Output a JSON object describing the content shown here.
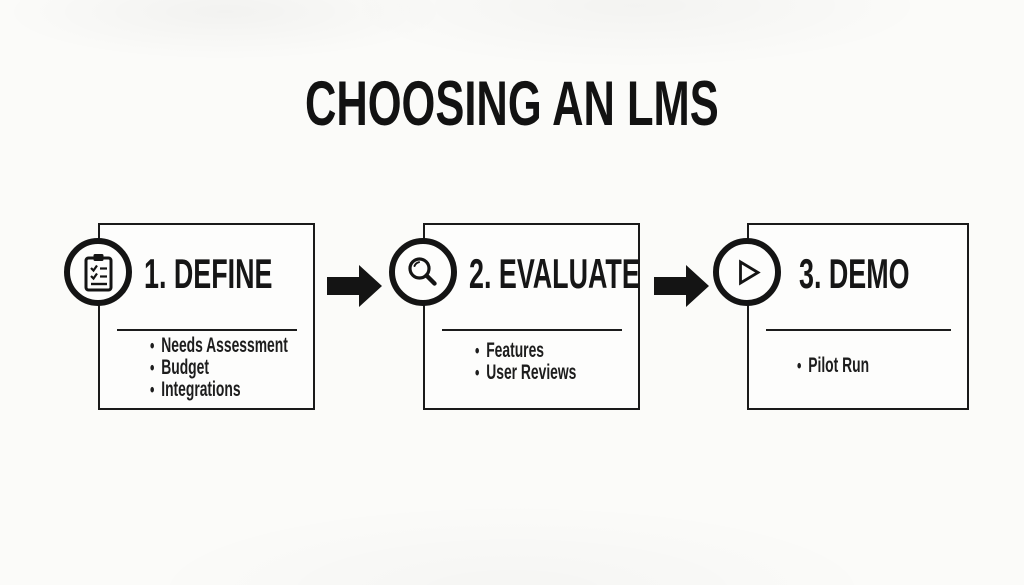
{
  "title": "CHOOSING AN LMS",
  "steps": [
    {
      "title": "1. DEFINE",
      "icon": "clipboard-checklist-icon",
      "items": [
        "Needs Assessment",
        "Budget",
        "Integrations"
      ]
    },
    {
      "title": "2. EVALUATE",
      "icon": "search-icon",
      "items": [
        "Features",
        "User Reviews"
      ]
    },
    {
      "title": "3. DEMO",
      "icon": "play-icon",
      "items": [
        "Pilot Run"
      ]
    }
  ],
  "connectors": [
    "arrow-right",
    "arrow-right"
  ],
  "colors": {
    "ink": "#141414",
    "background": "#fbfbf9",
    "box_fill": "#fdfdfc"
  }
}
